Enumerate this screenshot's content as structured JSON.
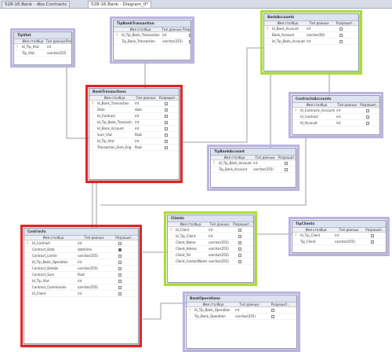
{
  "tabs": [
    {
      "label": "528-16.Bank - dbo.Contracts",
      "active": false
    },
    {
      "label": "528-16.Bank - Diagram_0*",
      "active": true
    }
  ],
  "columns": {
    "name": "Имя столбца",
    "type": "Тип данных",
    "nulls": "Разрешит..."
  },
  "colors": {
    "red": "#e01b1b",
    "green": "#a8dc2c",
    "purple": "#b8b0e0",
    "title_bg": "#dde3f0"
  },
  "tables": [
    {
      "id": "tipvlut",
      "title": "TipVlut",
      "rows": [
        {
          "name": "Id_Tip_Vlut",
          "type": "int",
          "nulls": false,
          "key": true
        },
        {
          "name": "Tip_Vlut",
          "type": "varchar(255)",
          "nulls": false,
          "key": false
        }
      ]
    },
    {
      "id": "tipbanktransaction",
      "title": "TipBankTransaction",
      "rows": [
        {
          "name": "Id_Tip_Bank_Transaction",
          "type": "int",
          "nulls": false,
          "key": true
        },
        {
          "name": "Tip_Bank_Transaction",
          "type": "varchar(255)",
          "nulls": false,
          "key": false
        }
      ]
    },
    {
      "id": "bankaccounts",
      "title": "BankAccounts",
      "rows": [
        {
          "name": "Id_Bank_Account",
          "type": "int",
          "nulls": false,
          "key": true
        },
        {
          "name": "Bank_Account",
          "type": "varchar(50)",
          "nulls": false,
          "key": false
        },
        {
          "name": "Id_Tip_Bank_Account",
          "type": "int",
          "nulls": false,
          "key": false
        }
      ]
    },
    {
      "id": "banktransactions",
      "title": "BankTransactions",
      "rows": [
        {
          "name": "Id_Bank_Transaction",
          "type": "int",
          "nulls": false,
          "key": true
        },
        {
          "name": "Date",
          "type": "date",
          "nulls": false,
          "key": false
        },
        {
          "name": "Id_Contract",
          "type": "int",
          "nulls": false,
          "key": false
        },
        {
          "name": "Id_Tip_Bank_Transacti...",
          "type": "int",
          "nulls": false,
          "key": false
        },
        {
          "name": "Id_Bank_Account",
          "type": "int",
          "nulls": false,
          "key": false
        },
        {
          "name": "Sum_Vlut",
          "type": "float",
          "nulls": false,
          "key": false
        },
        {
          "name": "Id_Tip_Vlut",
          "type": "int",
          "nulls": false,
          "key": false
        },
        {
          "name": "Transaction_Sum_Eng",
          "type": "float",
          "nulls": false,
          "key": false
        }
      ]
    },
    {
      "id": "contractsaccounts",
      "title": "ContractsAccounts",
      "rows": [
        {
          "name": "Id_Contracts_Accounts",
          "type": "int",
          "nulls": false,
          "key": true
        },
        {
          "name": "Id_Contract",
          "type": "int",
          "nulls": false,
          "key": false
        },
        {
          "name": "Id_Account",
          "type": "int",
          "nulls": false,
          "key": false
        }
      ]
    },
    {
      "id": "tipbankaccount",
      "title": "TipBankAccount",
      "rows": [
        {
          "name": "Id_Tip_Bank_Account",
          "type": "int",
          "nulls": false,
          "key": true
        },
        {
          "name": "Tip_Bank_Account",
          "type": "varchar(255)",
          "nulls": false,
          "key": false
        }
      ]
    },
    {
      "id": "contracts",
      "title": "Contracts",
      "rows": [
        {
          "name": "Id_Contract",
          "type": "int",
          "nulls": false,
          "key": true
        },
        {
          "name": "Contract_Date",
          "type": "datetime",
          "nulls": true,
          "key": false
        },
        {
          "name": "Contract_Limite",
          "type": "varchar(255)",
          "nulls": false,
          "key": false
        },
        {
          "name": "Id_Tip_Bank_Operation",
          "type": "int",
          "nulls": false,
          "key": false
        },
        {
          "name": "Contract_Details",
          "type": "varchar(255)",
          "nulls": false,
          "key": false
        },
        {
          "name": "Contract_Sum",
          "type": "float",
          "nulls": false,
          "key": false
        },
        {
          "name": "Id_Tip_Vlut",
          "type": "int",
          "nulls": false,
          "key": false
        },
        {
          "name": "Contract_Commission",
          "type": "varchar(255)",
          "nulls": false,
          "key": false
        },
        {
          "name": "Id_Client",
          "type": "int",
          "nulls": false,
          "key": false
        }
      ]
    },
    {
      "id": "clients",
      "title": "Clients",
      "rows": [
        {
          "name": "Id_Client",
          "type": "int",
          "nulls": false,
          "key": true
        },
        {
          "name": "Id_Tip_Client",
          "type": "int",
          "nulls": false,
          "key": false
        },
        {
          "name": "Client_Name",
          "type": "varchar(255)",
          "nulls": false,
          "key": false
        },
        {
          "name": "Client_Adress",
          "type": "varchar(255)",
          "nulls": false,
          "key": false
        },
        {
          "name": "Client_Tel",
          "type": "varchar(255)",
          "nulls": false,
          "key": false
        },
        {
          "name": "Client_ContactName",
          "type": "varchar(255)",
          "nulls": false,
          "key": false
        }
      ]
    },
    {
      "id": "tipclients",
      "title": "TipClients",
      "rows": [
        {
          "name": "Id_Tip_Client",
          "type": "int",
          "nulls": false,
          "key": true
        },
        {
          "name": "Tip_Client",
          "type": "varchar(255)",
          "nulls": false,
          "key": false
        }
      ]
    },
    {
      "id": "bankoperations",
      "title": "BankOperations",
      "rows": [
        {
          "name": "Id_Tip_Bank_Operation",
          "type": "int",
          "nulls": false,
          "key": true
        },
        {
          "name": "Tip_Bank_Operation",
          "type": "varchar(255)",
          "nulls": false,
          "key": false
        }
      ]
    }
  ]
}
